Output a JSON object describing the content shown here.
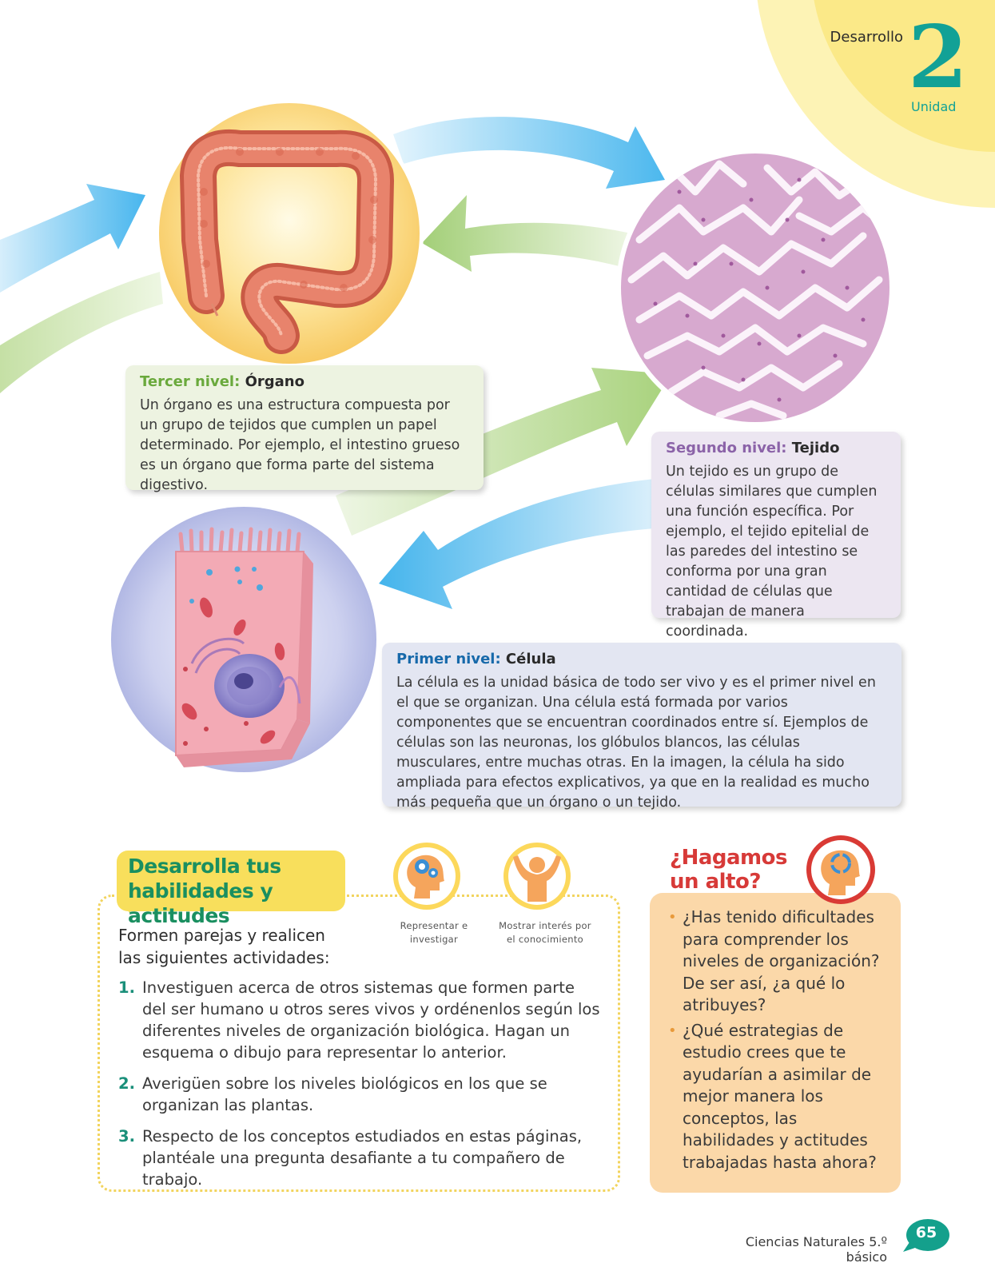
{
  "header": {
    "section": "Desarrollo",
    "unit_number": "2",
    "unit_label": "Unidad"
  },
  "levels": {
    "organo": {
      "level": "Tercer nivel:",
      "name": "Órgano",
      "text": "Un órgano es una estructura compuesta por un grupo de tejidos que cumplen un papel determinado. Por ejemplo, el intestino grueso es un órgano que forma parte del sistema digestivo."
    },
    "tejido": {
      "level": "Segundo nivel:",
      "name": "Tejido",
      "text": "Un tejido es un grupo de células similares que cumplen una función específica. Por ejemplo, el tejido epitelial de las paredes del intestino se conforma por una gran cantidad de células que trabajan de manera coordinada."
    },
    "celula": {
      "level": "Primer nivel:",
      "name": "Célula",
      "text": "La célula es la unidad básica de todo ser vivo y es el primer nivel en el que se organizan. Una célula está formada por varios componentes que se encuentran coordinados entre sí. Ejemplos de células son las neuronas, los glóbulos blancos, las células musculares, entre muchas otras. En la imagen, la célula  ha sido ampliada para efectos explicativos, ya que en la realidad es mucho más pequeña que un órgano o un tejido."
    }
  },
  "activity": {
    "title_line1": "Desarrolla tus",
    "title_line2": "habilidades y actitudes",
    "skills": [
      {
        "caption_line1": "Representar e",
        "caption_line2": "investigar",
        "icon": "gears-head-icon"
      },
      {
        "caption_line1": "Mostrar interés por",
        "caption_line2": "el conocimiento",
        "icon": "raised-arms-person-icon"
      }
    ],
    "intro_line1": "Formen parejas y realicen",
    "intro_line2": "las siguientes actividades:",
    "items": [
      {
        "num": "1.",
        "text": "Investiguen acerca de otros sistemas que formen parte del ser humano u otros seres vivos y ordénenlos según los diferentes niveles de organización biológica. Hagan un esquema o dibujo para representar lo anterior."
      },
      {
        "num": "2.",
        "text": "Averigüen sobre los niveles biológicos en los que se organizan las plantas."
      },
      {
        "num": "3.",
        "text": "Respecto de los conceptos estudiados en estas páginas, plantéale una pregunta desafiante a tu compañero de trabajo."
      }
    ]
  },
  "reflection": {
    "title_line1": "¿Hagamos",
    "title_line2": "un alto?",
    "icon": "head-cycle-icon",
    "items": [
      "¿Has tenido dificultades para comprender los niveles de organización? De ser así, ¿a qué lo atribuyes?",
      "¿Qué estrategias de estudio crees que te ayudarían a asimilar de mejor manera los conceptos, las habilidades y actitudes trabajadas hasta ahora?"
    ]
  },
  "footer": {
    "book": "Ciencias Naturales 5.º básico",
    "page": "65"
  },
  "colors": {
    "accent_teal": "#12a196",
    "organ_green": "#6aa93c",
    "tissue_purple": "#8b63a8",
    "cell_blue": "#1769aa",
    "activity_yellow": "#f8df5c",
    "reflect_orange": "#fbd8a9",
    "reflect_red": "#d73a38"
  }
}
